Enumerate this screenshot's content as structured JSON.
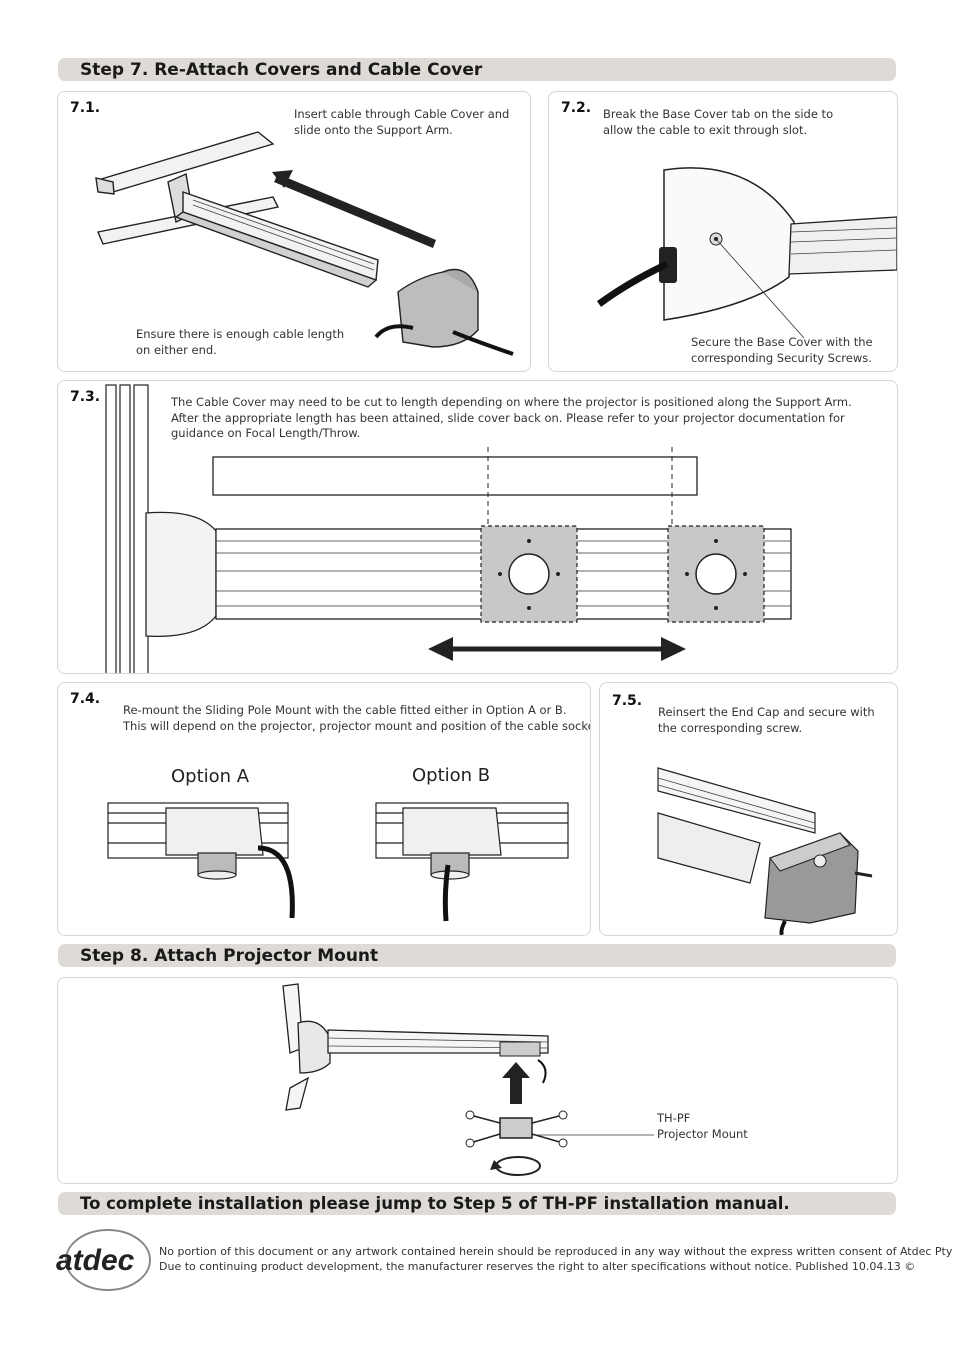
{
  "step7": {
    "title": "Step 7. Re-Attach Covers and Cable Cover"
  },
  "s71": {
    "num": "7.1.",
    "note_top": [
      "Insert cable through Cable Cover and",
      "slide onto the Support Arm."
    ],
    "note_bottom": [
      "Ensure there is enough cable length",
      "on either end."
    ]
  },
  "s72": {
    "num": "7.2.",
    "note_top": [
      "Break the Base Cover tab on the side to",
      "allow the cable to exit through slot."
    ],
    "note_bottom": [
      "Secure the Base Cover with the",
      "corresponding Security Screws."
    ]
  },
  "s73": {
    "num": "7.3.",
    "note": [
      "The Cable Cover may need to be cut to length depending on where the projector is positioned along the Support Arm.",
      "After the appropriate length has been attained, slide cover back on.  Please refer to your projector documentation for",
      "guidance on Focal Length/Throw."
    ]
  },
  "s74": {
    "num": "7.4.",
    "note": [
      "Re-mount the Sliding Pole Mount with the cable fitted either in Option A or B.",
      "This will depend on the projector, projector mount and position of the cable socket."
    ],
    "option_a": "Option A",
    "option_b": "Option B"
  },
  "s75": {
    "num": "7.5.",
    "note": [
      "Reinsert the End Cap and secure with",
      "the corresponding screw."
    ]
  },
  "step8": {
    "title": "Step 8. Attach Projector Mount"
  },
  "s8": {
    "callout": [
      "TH-PF",
      "Projector Mount"
    ]
  },
  "complete": {
    "title": "To complete installation please jump to Step 5 of TH-PF installation manual."
  },
  "footer": {
    "logo": "atdec",
    "lines": [
      "No portion of this document or any artwork contained herein should be reproduced in any way without the express written consent of Atdec Pty Ltd.",
      "Due to continuing product development, the manufacturer reserves the right to alter specifications without notice. Published 10.04.13 ©"
    ]
  },
  "colors": {
    "bar": "#dedad6",
    "panel_border": "#d6d6d6",
    "metal": "#bfbfbf",
    "ink": "#222222"
  }
}
